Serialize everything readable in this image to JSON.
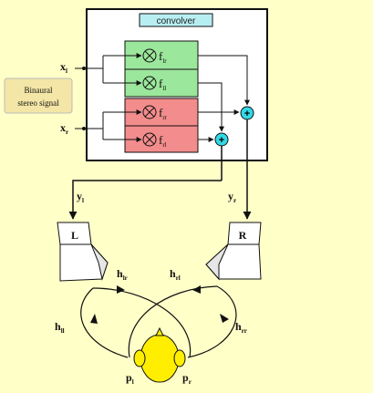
{
  "convolver_title": "convolver",
  "source_label": {
    "line1": "Binaural",
    "line2": "stereo signal"
  },
  "inputs": {
    "xl": {
      "main": "x",
      "sub": "l"
    },
    "xr": {
      "main": "x",
      "sub": "r"
    }
  },
  "filters": [
    {
      "main": "f",
      "sub": "lr"
    },
    {
      "main": "f",
      "sub": "ll"
    },
    {
      "main": "f",
      "sub": "rr"
    },
    {
      "main": "f",
      "sub": "rl"
    }
  ],
  "outputs": {
    "yl": {
      "main": "y",
      "sub": "l"
    },
    "yr": {
      "main": "y",
      "sub": "r"
    }
  },
  "speakers": {
    "left": "L",
    "right": "R"
  },
  "transfer": {
    "hlr": {
      "main": "h",
      "sub": "lr"
    },
    "hrl": {
      "main": "h",
      "sub": "rl"
    },
    "hll": {
      "main": "h",
      "sub": "ll"
    },
    "hrr": {
      "main": "h",
      "sub": "rr"
    }
  },
  "ears": {
    "pl": {
      "main": "p",
      "sub": "l"
    },
    "pr": {
      "main": "p",
      "sub": "r"
    }
  },
  "colors": {
    "background": "#ffffc8",
    "green_filter": "#9be79b",
    "red_filter": "#f38c8c",
    "sum_node": "#33d9e6",
    "source_box": "#f3e6a6",
    "head": "#ffee00"
  }
}
